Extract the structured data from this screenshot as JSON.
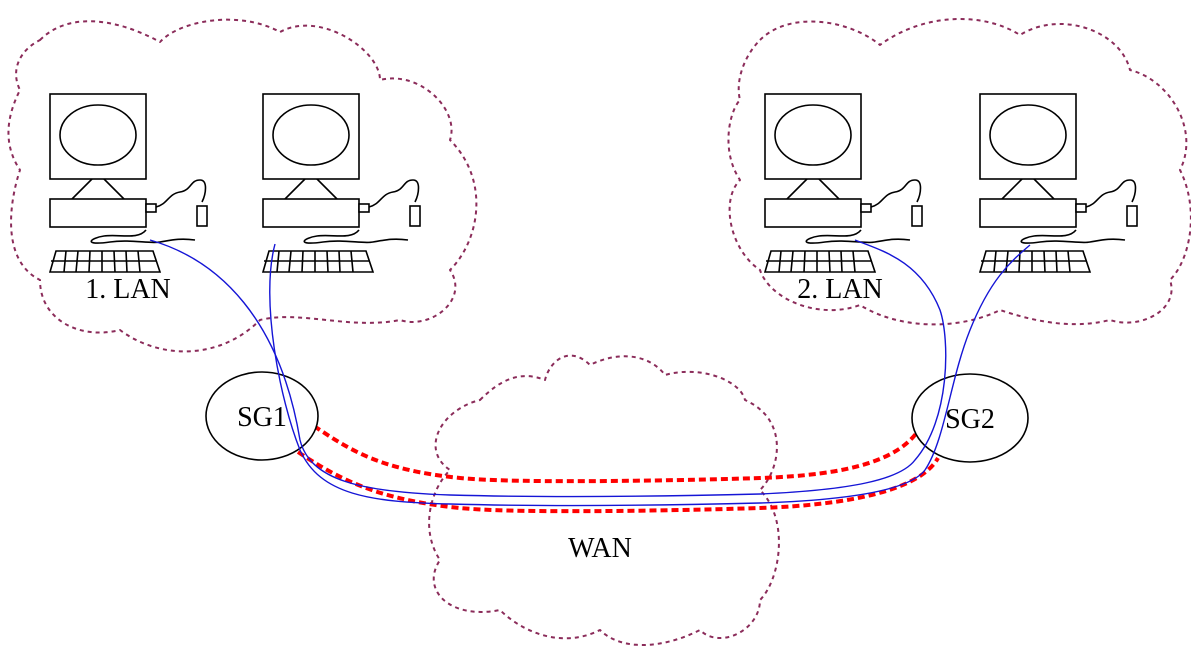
{
  "colors": {
    "cloud": "#8b2c5a",
    "link": "#1515d6",
    "tunnel": "#ff0000",
    "outline": "#000000"
  },
  "labels": {
    "lan1": "1. LAN",
    "lan2": "2. LAN",
    "wan": "WAN",
    "sg1": "SG1",
    "sg2": "SG2"
  },
  "icons": [
    "computer-icon",
    "keyboard-icon",
    "mouse-icon"
  ]
}
